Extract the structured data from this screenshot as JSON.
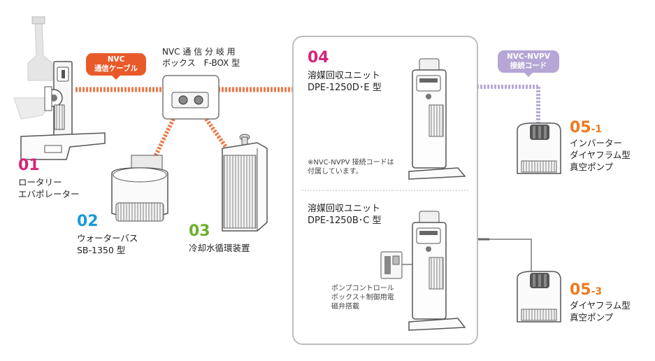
{
  "colors": {
    "orange_cable": "#ec7a4c",
    "purple_cable": "#b8a9d9",
    "magenta": "#d4257a",
    "cyan": "#1a9ad6",
    "green": "#6cb02c",
    "orange_number": "#ee7a1f",
    "gray_cable": "#9a9a9a"
  },
  "tags": {
    "nvc_cable": "NVC\n通信ケーブル",
    "nvc_nvpv_cable": "NVC-NVPV\n接続コード"
  },
  "fbox": {
    "label": "NVC 通 信 分 岐 用\nボックス　F-BOX 型"
  },
  "units": {
    "u01": {
      "number": "01",
      "label": "ロータリー\nエバポレーター"
    },
    "u02": {
      "number": "02",
      "label": "ウォーターバス\nSB-1350 型"
    },
    "u03": {
      "number": "03",
      "label": "冷却水循環装置"
    },
    "u04": {
      "number": "04"
    },
    "dpe_top": {
      "label": "溶媒回収ユニット\nDPE-1250D･E 型",
      "note": "※NVC-NVPV 接続コードは\n付属しています。"
    },
    "dpe_bottom": {
      "label": "溶媒回収ユニット\nDPE-1250B･C 型",
      "note": "ポンプコントロール\nボックス＋制御用電\n磁弁搭載"
    },
    "u05_1": {
      "number": "05",
      "suffix": "-1",
      "label": "インバーター\nダイヤフラム型\n真空ポンプ"
    },
    "u05_3": {
      "number": "05",
      "suffix": "-3",
      "label": "ダイヤフラム型\n真空ポンプ"
    }
  }
}
